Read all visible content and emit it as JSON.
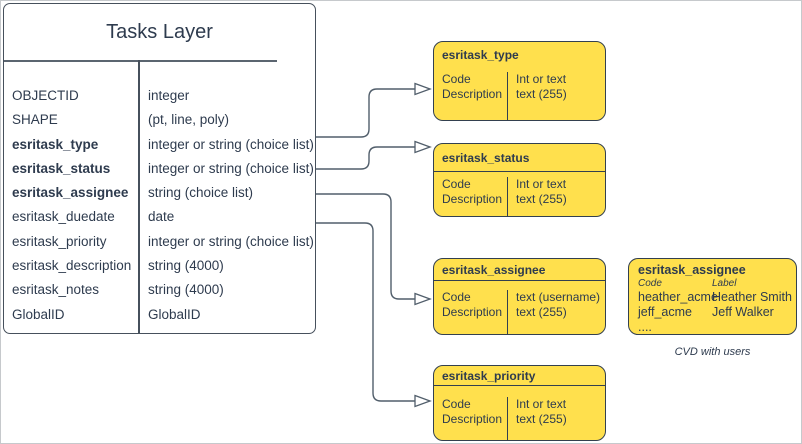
{
  "colors": {
    "node_fill": "#FFE04D",
    "node_border": "#33404F",
    "text": "#2E3B4E",
    "connector": "#515E6B",
    "canvas_border": "#C6C9CC"
  },
  "tasks_layer": {
    "title": "Tasks Layer",
    "fields": [
      {
        "name": "OBJECTID",
        "type": "integer"
      },
      {
        "name": "SHAPE",
        "type": "(pt, line, poly)"
      },
      {
        "name": "esritask_type",
        "type": "integer or string (choice list)"
      },
      {
        "name": "esritask_status",
        "type": "integer or string (choice list)"
      },
      {
        "name": "esritask_assignee",
        "type": "string (choice list)"
      },
      {
        "name": "esritask_duedate",
        "type": "date"
      },
      {
        "name": "esritask_priority",
        "type": "integer or string (choice list)"
      },
      {
        "name": "esritask_description",
        "type": "string (4000)"
      },
      {
        "name": "esritask_notes",
        "type": "string (4000)"
      },
      {
        "name": "GlobalID",
        "type": "GlobalID"
      }
    ]
  },
  "lookups": [
    {
      "title": "esritask_type",
      "left": [
        "Code",
        "Description"
      ],
      "right": [
        "Int or text",
        "text (255)"
      ]
    },
    {
      "title": "esritask_status",
      "left": [
        "Code",
        "Description"
      ],
      "right": [
        "Int or text",
        "text (255)"
      ]
    },
    {
      "title": "esritask_assignee",
      "left": [
        "Code",
        "Description"
      ],
      "right": [
        "text (username)",
        "text (255)"
      ]
    },
    {
      "title": "esritask_priority",
      "left": [
        "Code",
        "Description"
      ],
      "right": [
        "Int or text",
        "text (255)"
      ]
    }
  ],
  "cvd_table": {
    "title": "esritask_assignee",
    "columns": [
      "Code",
      "Label"
    ],
    "rows": [
      [
        "heather_acme",
        "Heather Smith"
      ],
      [
        "jeff_acme",
        "Jeff Walker"
      ]
    ],
    "ellipsis": "....",
    "caption": "CVD with users"
  }
}
